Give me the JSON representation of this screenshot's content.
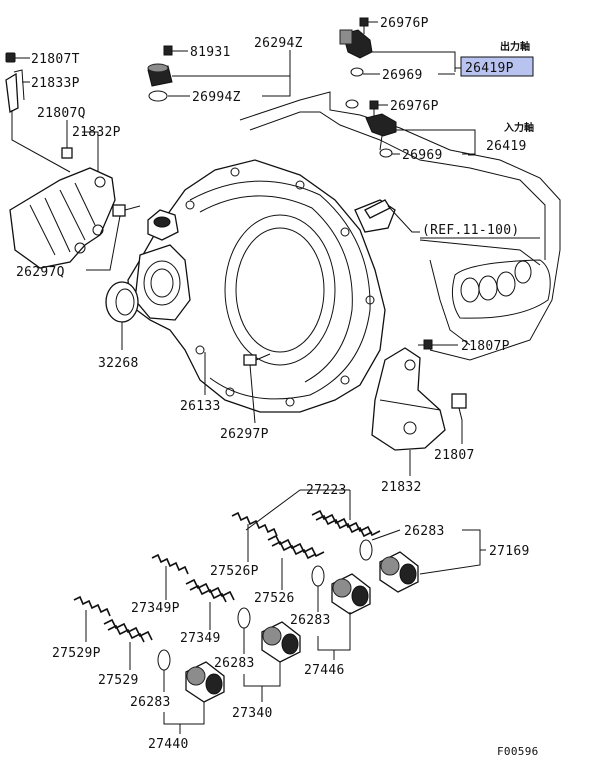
{
  "labels": {
    "p21807T": "21807T",
    "p21833P": "21833P",
    "p21807Q": "21807Q",
    "p21832P": "21832P",
    "p26297Q": "26297Q",
    "p32268": "32268",
    "p26133": "26133",
    "p26297P": "26297P",
    "p81931": "81931",
    "p26294Z": "26294Z",
    "p26994Z": "26994Z",
    "p26976P_top": "26976P",
    "p26969_top": "26969",
    "p26419P": "26419P",
    "p26976P_mid": "26976P",
    "p26969_mid": "26969",
    "p26419": "26419",
    "ref": "(REF.11-100)",
    "p21807P": "21807P",
    "p21807": "21807",
    "p21832": "21832",
    "p27223": "27223",
    "p26283_a": "26283",
    "p27169": "27169",
    "p27526P": "27526P",
    "p27526": "27526",
    "p26283_b": "26283",
    "p27446": "27446",
    "p27349P": "27349P",
    "p27349": "27349",
    "p26283_c": "26283",
    "p27340": "27340",
    "p27529P": "27529P",
    "p27529": "27529",
    "p26283_d": "26283",
    "p27440": "27440"
  },
  "japanese": {
    "output_shaft": "出力軸",
    "input_shaft": "入力軸"
  },
  "footer": {
    "figure_code": "F00596"
  },
  "colors": {
    "highlight": "#b9c3f0",
    "line": "#111111"
  }
}
